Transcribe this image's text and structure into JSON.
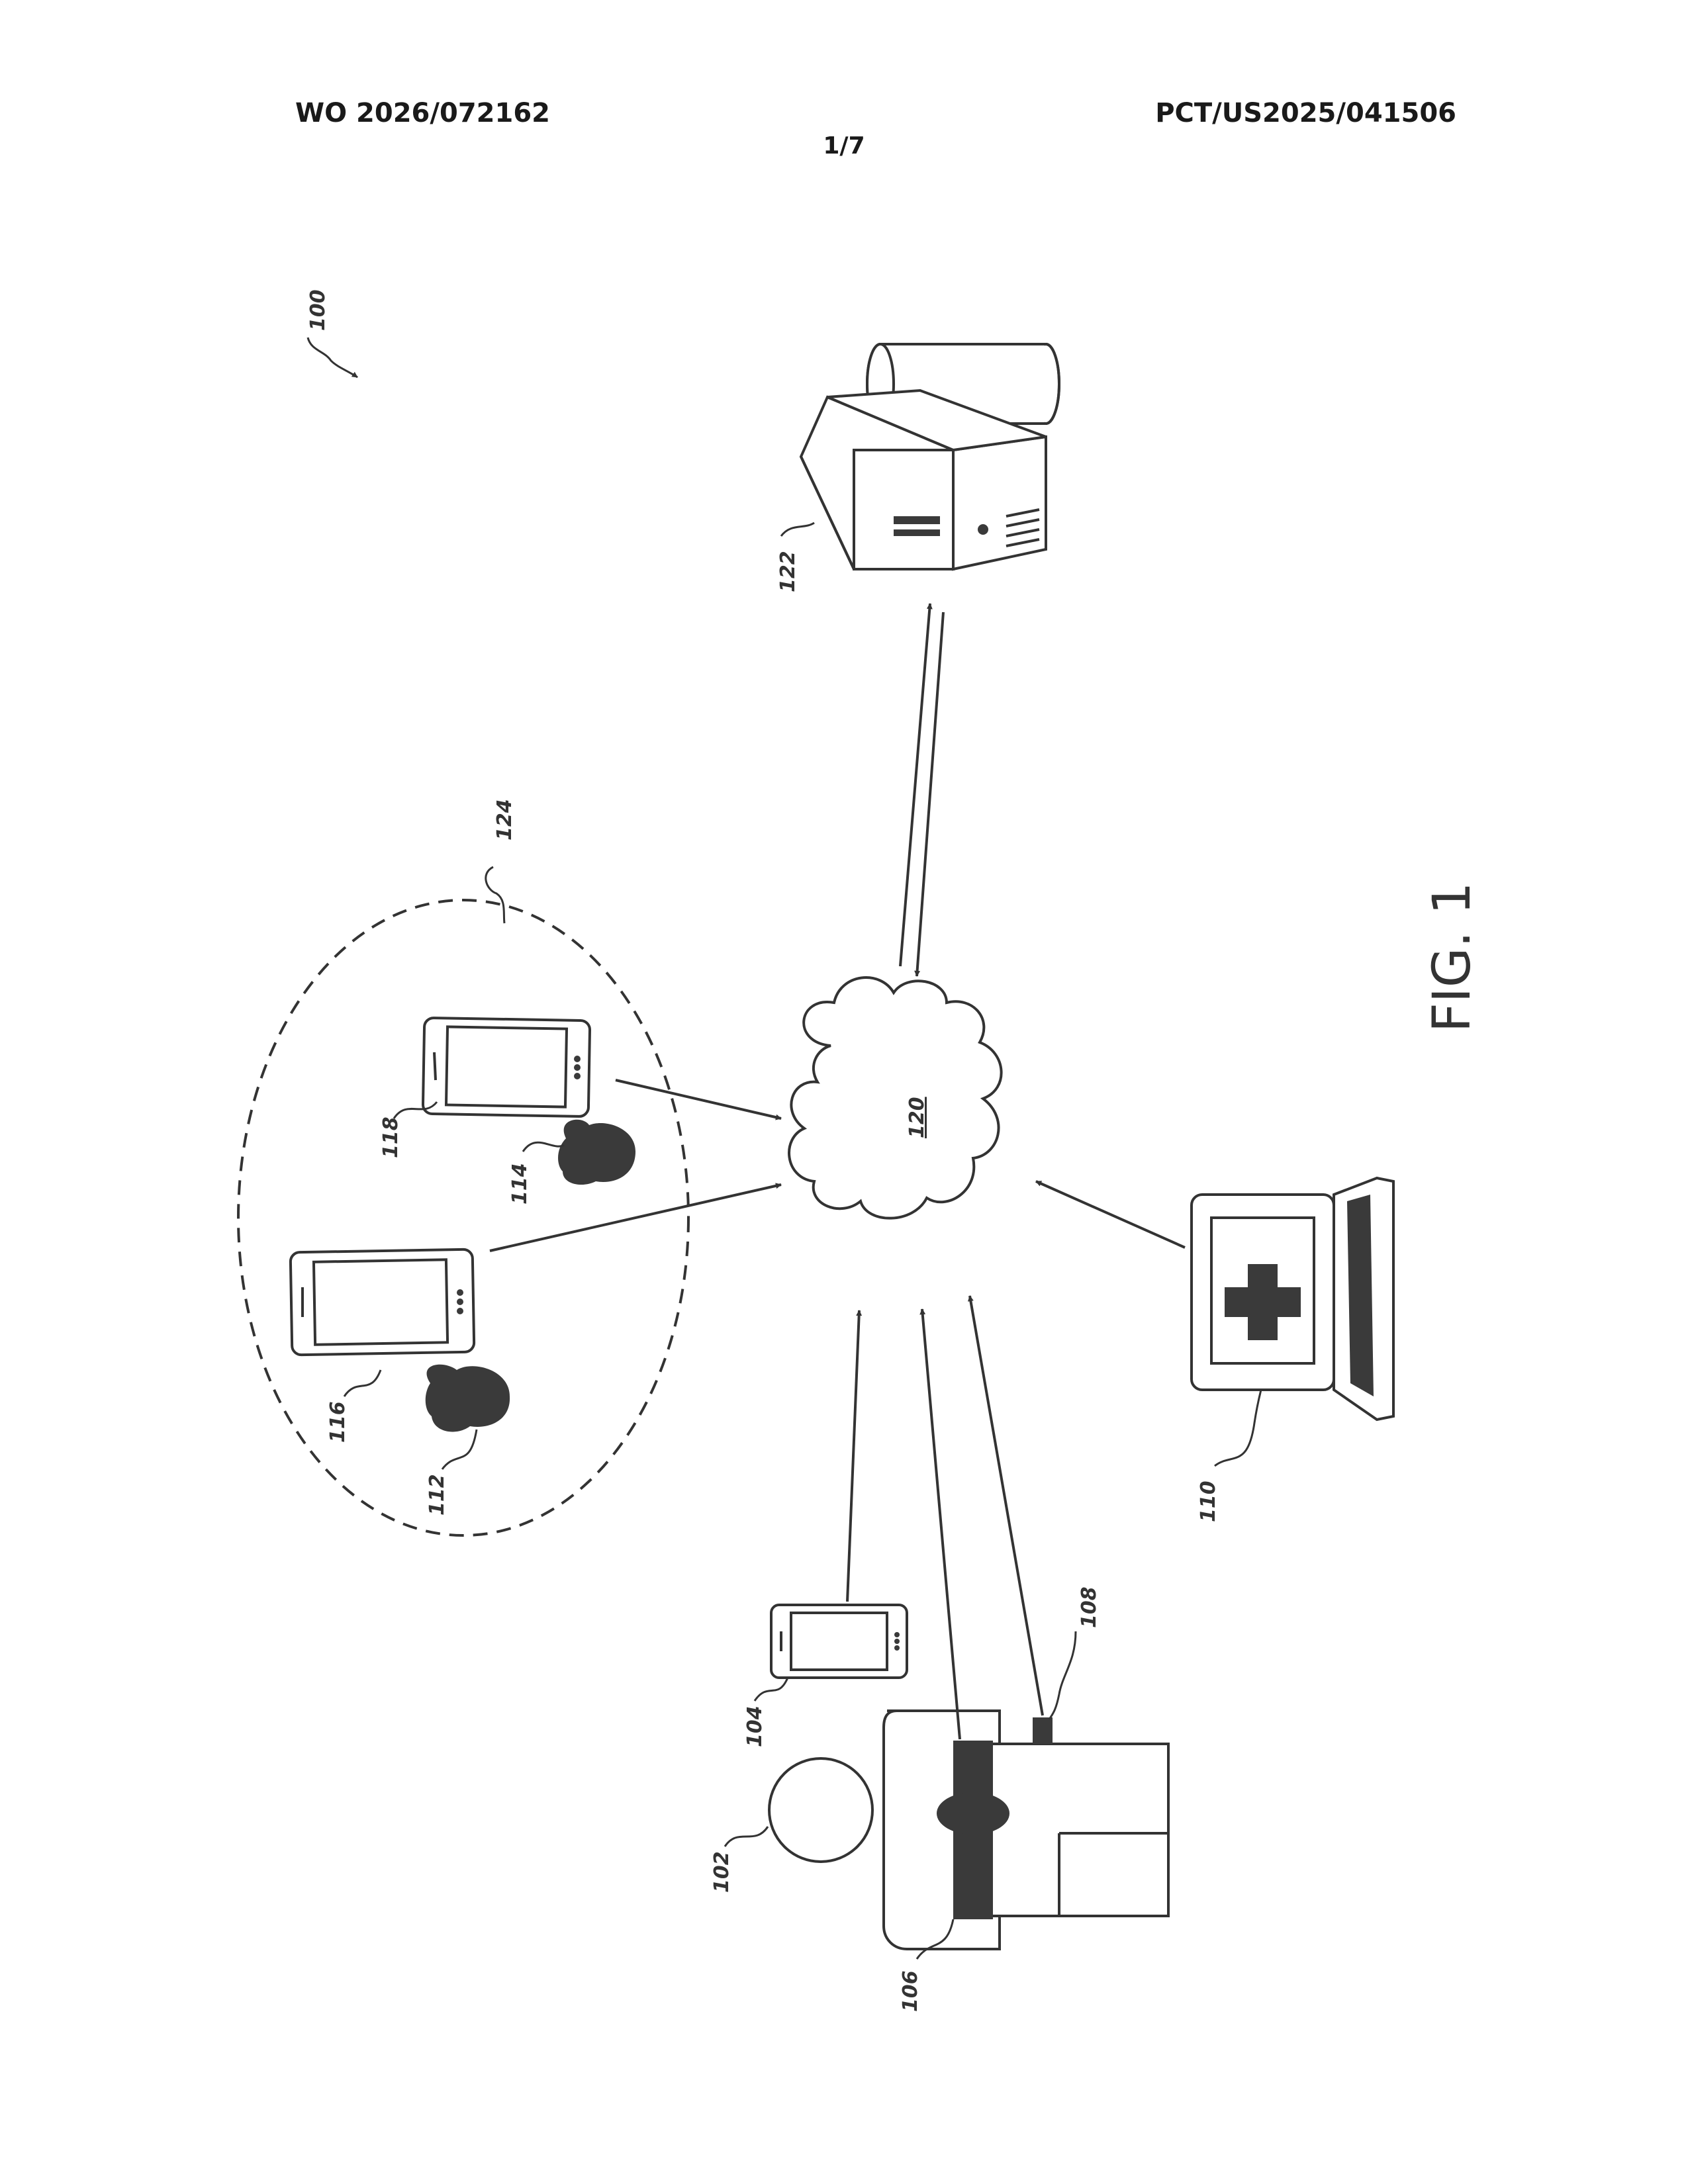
{
  "header": {
    "left": "WO 2026/072162",
    "right": "PCT/US2025/041506",
    "page": "1/7"
  },
  "figure": {
    "caption": "FIG. 1",
    "labels": {
      "system": "100",
      "user": "102",
      "user_phone": "104",
      "wearable_a": "106",
      "wearable_b": "108",
      "clinician_computer": "110",
      "person_a": "112",
      "person_b": "114",
      "phone_a": "116",
      "phone_b": "118",
      "network": "120",
      "server": "122",
      "group": "124"
    }
  }
}
